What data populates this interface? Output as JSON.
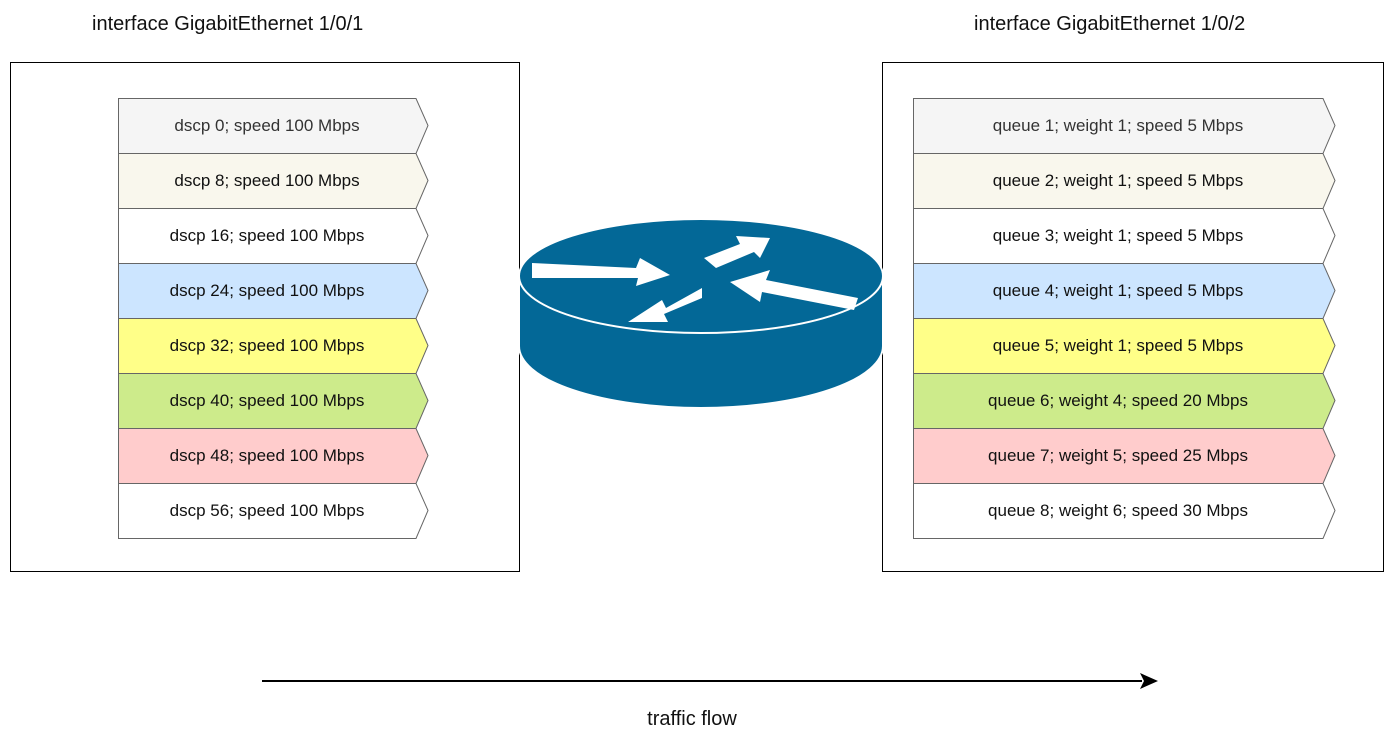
{
  "left_interface": {
    "title": "interface GigabitEthernet 1/0/1",
    "rows": [
      {
        "label": "dscp 0; speed 100 Mbps",
        "fill": "#f5f5f5",
        "text_color": "#333333"
      },
      {
        "label": "dscp 8; speed 100 Mbps",
        "fill": "#f9f7ed",
        "text_color": "#111111"
      },
      {
        "label": "dscp 16; speed 100 Mbps",
        "fill": "#ffffff",
        "text_color": "#111111"
      },
      {
        "label": "dscp 24; speed 100 Mbps",
        "fill": "#cce5ff",
        "text_color": "#111111"
      },
      {
        "label": "dscp 32; speed 100 Mbps",
        "fill": "#ffff88",
        "text_color": "#111111"
      },
      {
        "label": "dscp 40; speed 100 Mbps",
        "fill": "#cdeb8b",
        "text_color": "#111111"
      },
      {
        "label": "dscp 48; speed 100 Mbps",
        "fill": "#ffcccc",
        "text_color": "#111111"
      },
      {
        "label": "dscp 56; speed 100 Mbps",
        "fill": "#ffffff",
        "text_color": "#111111"
      }
    ]
  },
  "right_interface": {
    "title": "interface GigabitEthernet 1/0/2",
    "rows": [
      {
        "label": "queue 1; weight 1; speed 5 Mbps",
        "fill": "#f5f5f5",
        "text_color": "#333333"
      },
      {
        "label": "queue 2; weight 1; speed 5 Mbps",
        "fill": "#f9f7ed",
        "text_color": "#111111"
      },
      {
        "label": "queue 3; weight 1; speed 5 Mbps",
        "fill": "#ffffff",
        "text_color": "#111111"
      },
      {
        "label": "queue 4; weight 1; speed 5 Mbps",
        "fill": "#cce5ff",
        "text_color": "#111111"
      },
      {
        "label": "queue 5; weight 1; speed 5 Mbps",
        "fill": "#ffff88",
        "text_color": "#111111"
      },
      {
        "label": "queue 6; weight 4; speed 20 Mbps",
        "fill": "#cdeb8b",
        "text_color": "#111111"
      },
      {
        "label": "queue 7; weight 5; speed 25 Mbps",
        "fill": "#ffcccc",
        "text_color": "#111111"
      },
      {
        "label": "queue 8; weight 6; speed 30 Mbps",
        "fill": "#ffffff",
        "text_color": "#111111"
      }
    ]
  },
  "router": {
    "icon": "router-icon",
    "color": "#036897"
  },
  "flow": {
    "label": "traffic flow"
  }
}
